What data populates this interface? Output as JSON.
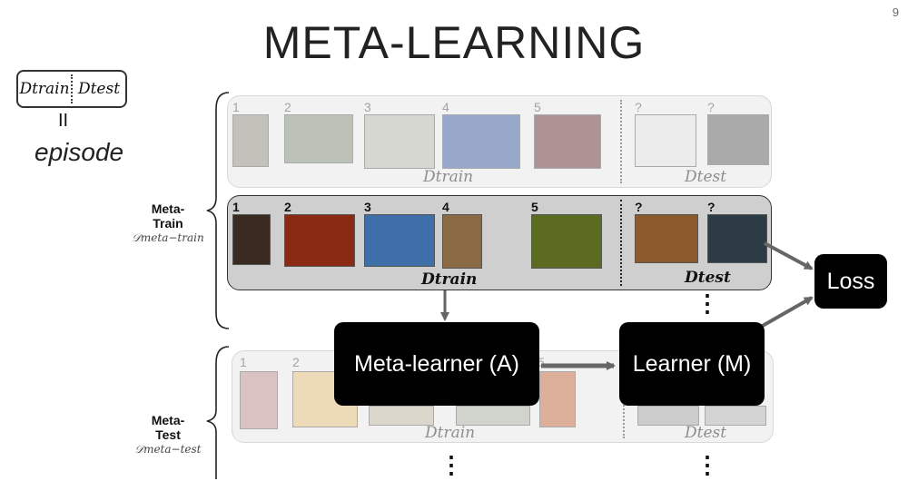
{
  "slide": {
    "title": "META-LEARNING",
    "page_number": "9",
    "episode": {
      "left": "Dtrain",
      "right": "Dtest",
      "equals": "II",
      "word": "episode"
    },
    "meta_train_label": {
      "line1": "Meta-",
      "line2": "Train",
      "sub": "𝒟meta−train"
    },
    "meta_test_label": {
      "line1": "Meta-",
      "line2": "Test",
      "sub": "𝒟meta−test"
    },
    "rows": {
      "top": {
        "labels": [
          "1",
          "2",
          "3",
          "4",
          "5",
          "?",
          "?"
        ],
        "train": "Dtrain",
        "test": "Dtest"
      },
      "active": {
        "labels": [
          "1",
          "2",
          "3",
          "4",
          "5",
          "?",
          "?"
        ],
        "train": "Dtrain",
        "test": "Dtest"
      },
      "bottom": {
        "labels": [
          "1",
          "2",
          "5"
        ],
        "train": "Dtrain",
        "test": "Dtest"
      }
    },
    "boxes": {
      "meta_learner": "Meta-learner (A)",
      "learner": "Learner (M)",
      "loss": "Loss"
    },
    "ellipsis": "⋮",
    "colors": {
      "box": "#000000",
      "active_row": "#cfcfcf",
      "faded_row": "#f2f2f2"
    }
  }
}
